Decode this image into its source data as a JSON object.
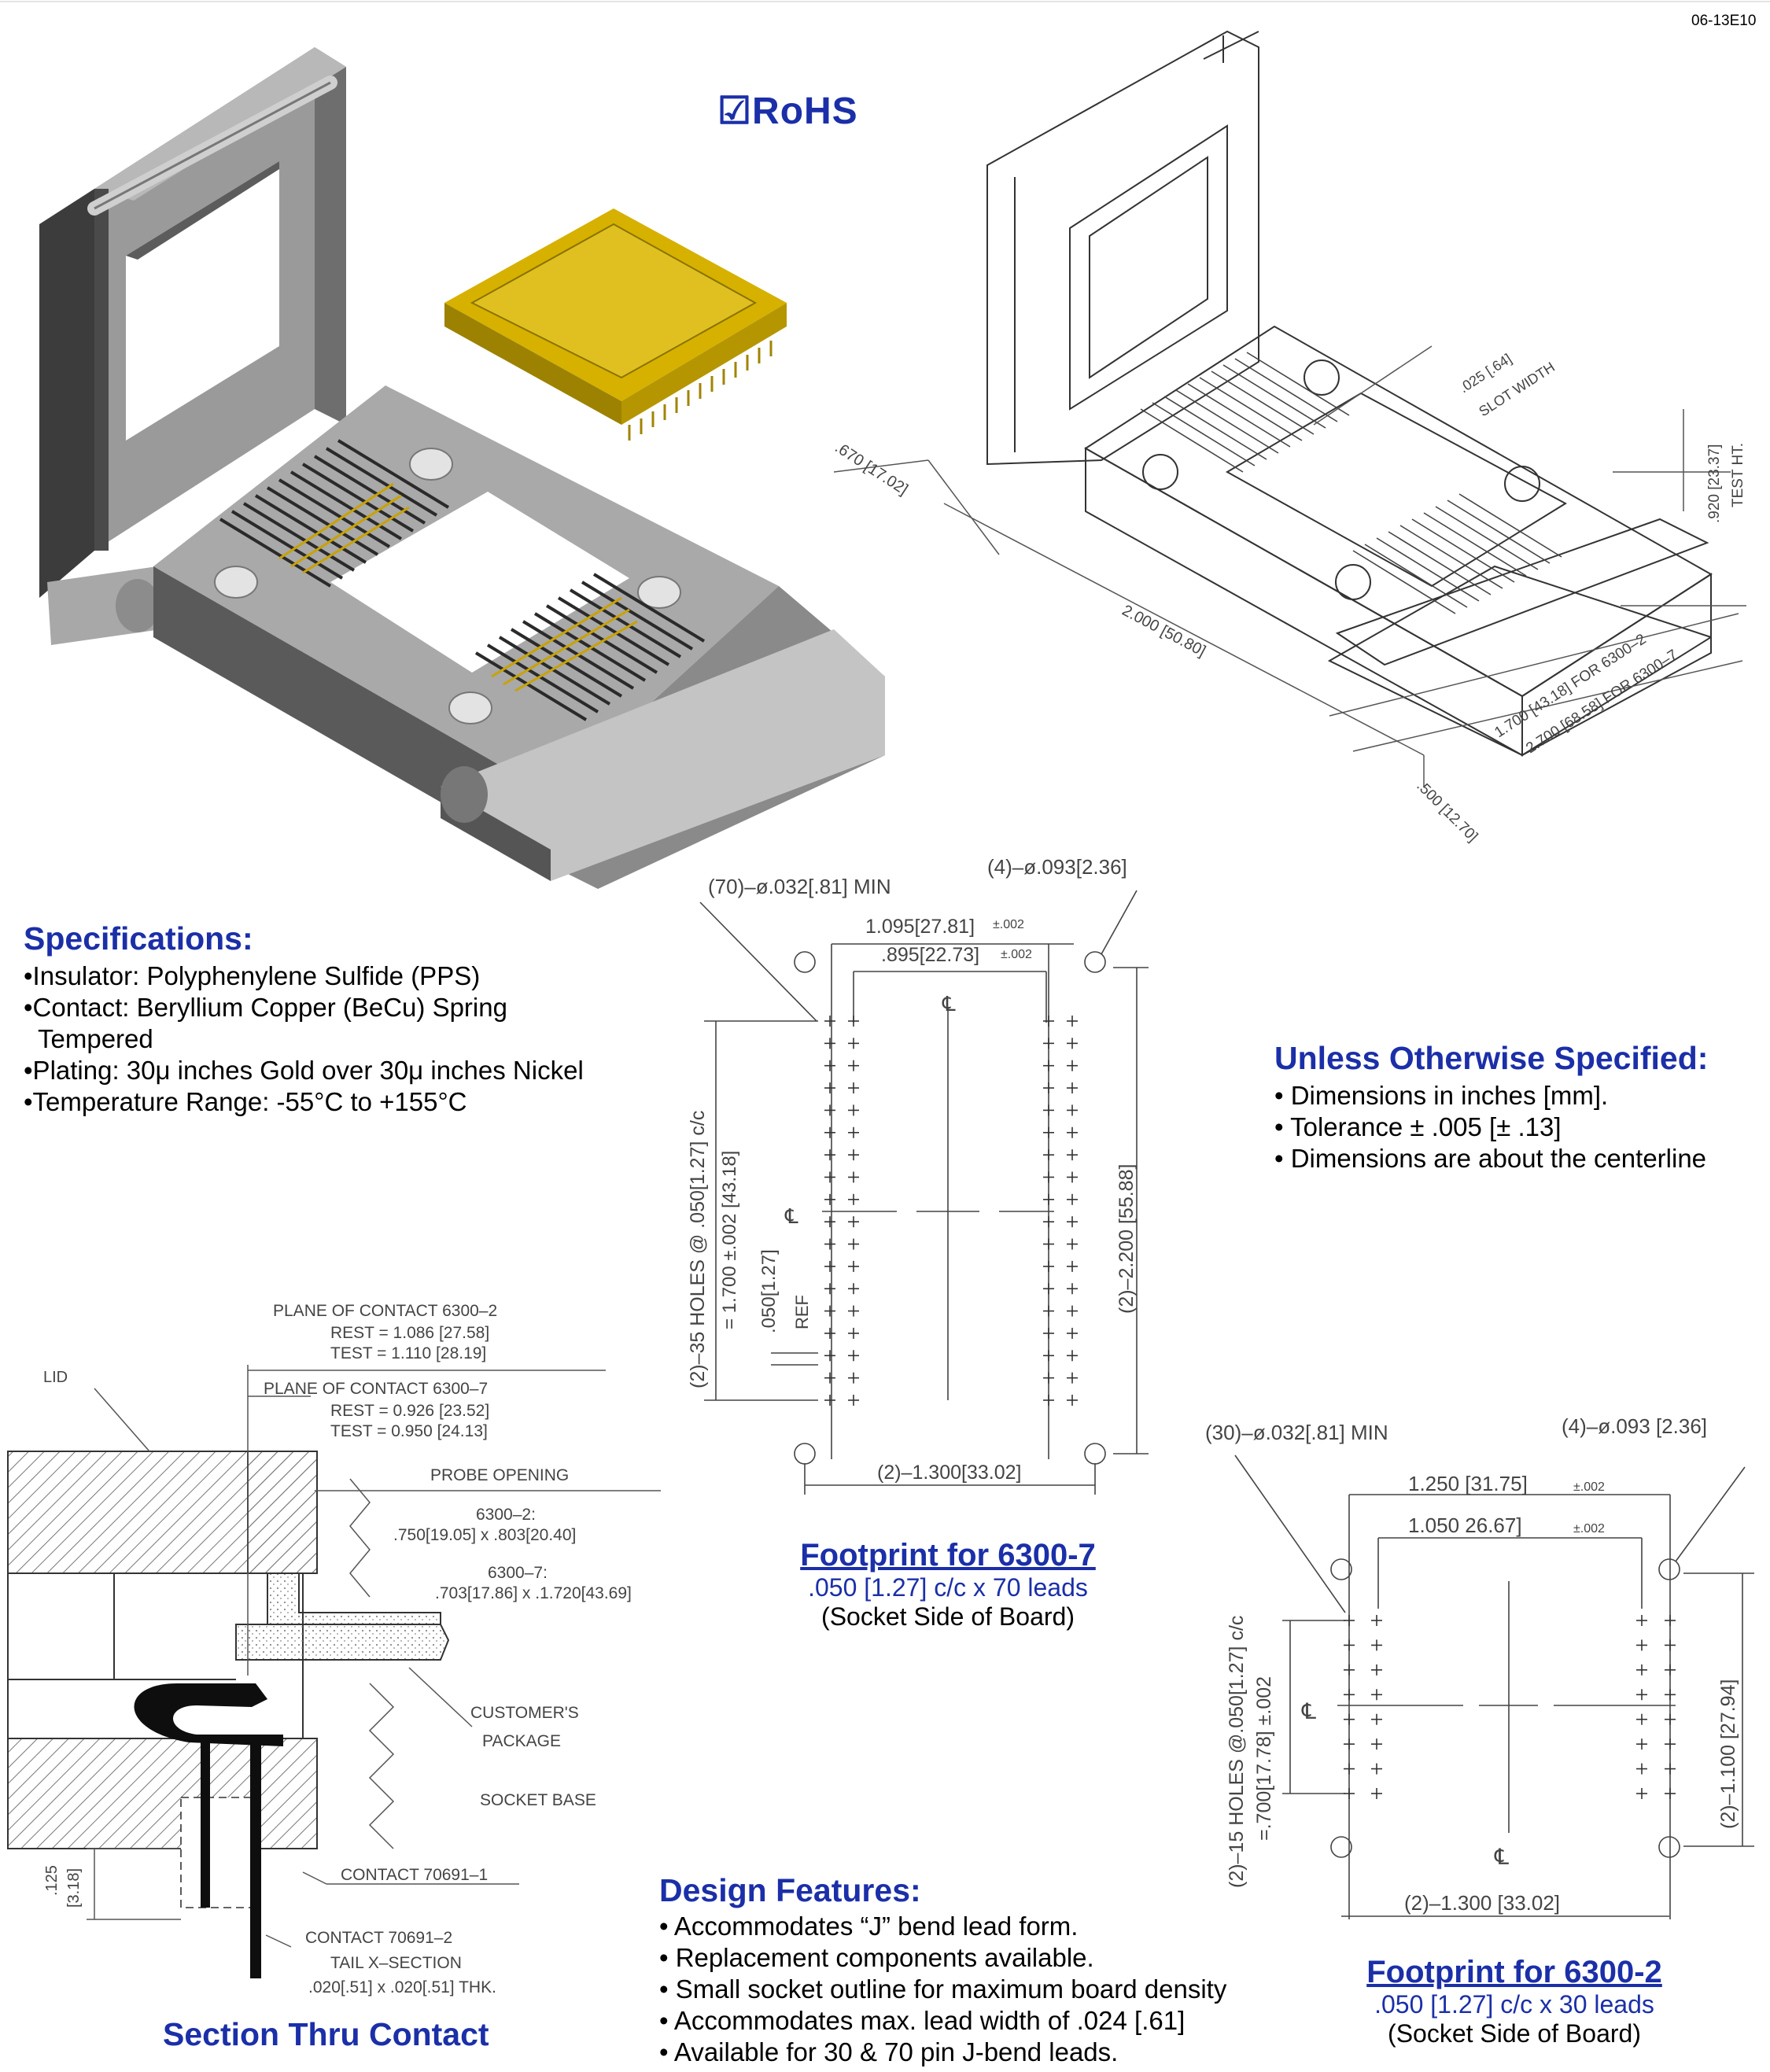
{
  "doc_code": "06-13E10",
  "rohs": "☑RoHS",
  "specifications": {
    "title": "Specifications:",
    "items": [
      "•Insulator: Polyphenylene Sulfide (PPS)",
      "•Contact: Beryllium Copper (BeCu) Spring",
      "  Tempered",
      "•Plating: 30μ inches Gold over 30μ inches Nickel",
      "•Temperature Range: -55°C to +155°C"
    ]
  },
  "unless": {
    "title": "Unless Otherwise Specified:",
    "items": [
      "• Dimensions in inches [mm].",
      "• Tolerance ± .005 [± .13]",
      "• Dimensions are about the centerline"
    ]
  },
  "design": {
    "title": "Design  Features:",
    "items": [
      "• Accommodates “J” bend lead form.",
      "• Replacement components available.",
      "• Small socket outline for maximum board density",
      "• Accommodates max. lead width of .024 [.61]",
      "• Available for 30 & 70 pin J-bend leads."
    ]
  },
  "footprint7": {
    "title": "Footprint  for 6300-7",
    "sub": ".050 [1.27] c/c x 70 leads",
    "sub2": "(Socket Side of Board)",
    "holes": "(70)–ø.032[.81]  MIN",
    "mount": "(4)–ø.093[2.36]",
    "d1": "1.095[27.81]",
    "d1tol": "±.002",
    "d2": ".895[22.73]",
    "d2tol": "±.002",
    "v1": "(2)–35  HOLES  @  .050[1.27]  c/c",
    "v2": "=  1.700 ±.002 [43.18]",
    "v3": ".050[1.27]",
    "v3b": "REF",
    "v4": "(2)–2.200  [55.88]",
    "bottom": "(2)–1.300[33.02]"
  },
  "footprint2": {
    "title": "Footprint  for 6300-2",
    "sub": ".050 [1.27] c/c x 30 leads",
    "sub2": "(Socket Side of Board)",
    "holes": "(30)–ø.032[.81]  MIN",
    "mount": "(4)–ø.093  [2.36]",
    "d1": "1.250  [31.75]",
    "d1tol": "±.002",
    "d2": "1.050  26.67]",
    "d2tol": "±.002",
    "v1": "(2)–15  HOLES  @.050[1.27]  c/c",
    "v2": "=.700[17.78] ±.002",
    "v4": "(2)–1.100  [27.94]",
    "bottom": "(2)–1.300  [33.02]"
  },
  "iso_dims": {
    "a": ".670  [17.02]",
    "b": "2.000  [50.80]",
    "c": ".025 [.64]",
    "c2": "SLOT  WIDTH",
    "d": ".920  [23.37]",
    "d2": "TEST  HT.",
    "e": "1.700  [43.18]   FOR   6300–2",
    "f": "2.700  [68.58]   FOR   6300–7",
    "g": ".500  [12.70]"
  },
  "section": {
    "title": "Section Thru Contact",
    "lid": "LID",
    "p1": "PLANE  OF  CONTACT  6300–2",
    "p1a": "REST  =  1.086  [27.58]",
    "p1b": "TEST  =  1.110  [28.19]",
    "p2": "PLANE  OF  CONTACT  6300–7",
    "p2a": "REST  =  0.926  [23.52]",
    "p2b": "TEST  =  0.950  [24.13]",
    "probe": "PROBE  OPENING",
    "o1": "6300–2:",
    "o1v": ".750[19.05]  x  .803[20.40]",
    "o2": "6300–7:",
    "o2v": ".703[17.86]  x  .1.720[43.69]",
    "cust": "CUSTOMER'S",
    "pkg": "PACKAGE",
    "base": "SOCKET  BASE",
    "c1": "CONTACT  70691–1",
    "c2": "CONTACT  70691–2",
    "tail": "TAIL  X–SECTION",
    "tailv": ".020[.51]  x  .020[.51]  THK.",
    "h1": ".125",
    "h2": "[3.18]"
  },
  "colors": {
    "heading_blue": "#1b2fa8",
    "gold": "#d4b400",
    "gray_body": "#8a8a8a"
  }
}
